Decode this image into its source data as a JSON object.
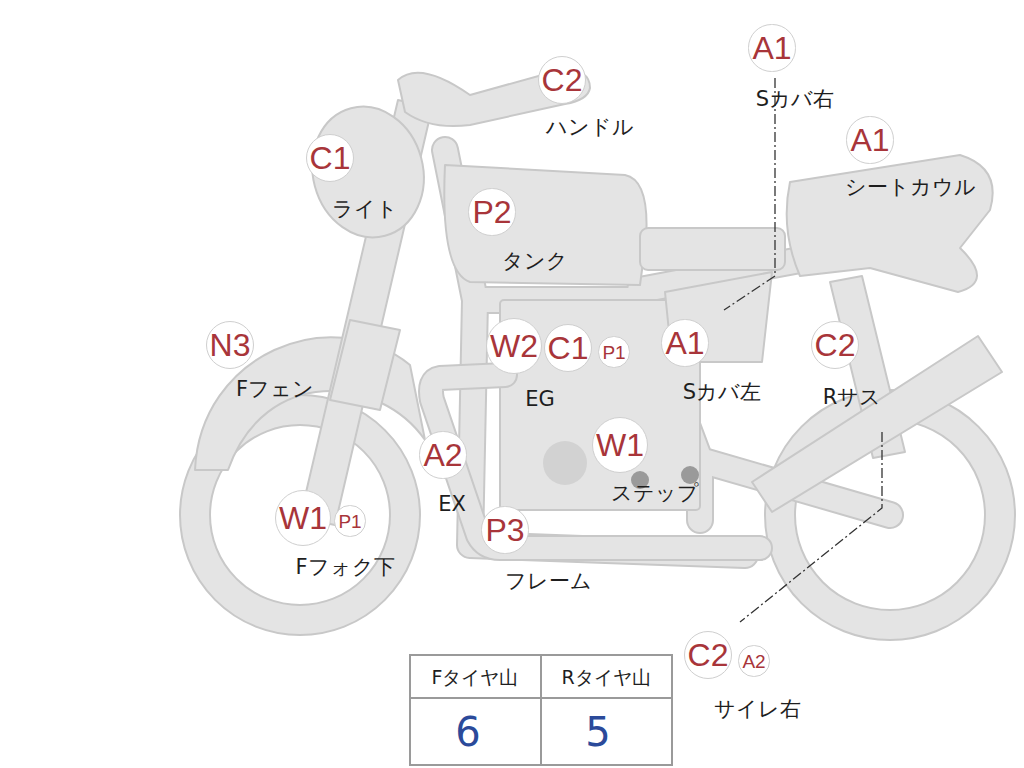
{
  "diagram": {
    "nodes": [
      {
        "text": [
          "A1"
        ]
      },
      {
        "text": [
          "C2"
        ]
      },
      {
        "text": [
          "A1"
        ]
      },
      {
        "text": [
          "C1"
        ]
      },
      {
        "text": [
          "P2"
        ]
      },
      {
        "text": [
          "N3"
        ]
      },
      {
        "text": [
          "W2"
        ]
      },
      {
        "text": [
          "C1"
        ]
      },
      {
        "text": [
          "P1"
        ]
      },
      {
        "text": [
          "A1"
        ]
      },
      {
        "text": [
          "C2"
        ]
      },
      {
        "text": [
          "A2"
        ]
      },
      {
        "text": [
          "W1"
        ]
      },
      {
        "text": [
          "W1"
        ]
      },
      {
        "text": [
          "P1"
        ]
      },
      {
        "text": [
          "P3"
        ]
      },
      {
        "text": [
          "C2"
        ]
      },
      {
        "text": [
          "A2"
        ]
      }
    ],
    "labels": [
      "Sカバ右",
      "ハンドル",
      "シートカウル",
      "ライト",
      "タンク",
      "Fフェン",
      "EG",
      "Sカバ左",
      "Rサス",
      "EX",
      "ステップ",
      "Fフォク下",
      "フレーム",
      "サイレ右",
      "Fタイヤ山",
      "Rタイヤ山",
      "6",
      "5"
    ]
  }
}
